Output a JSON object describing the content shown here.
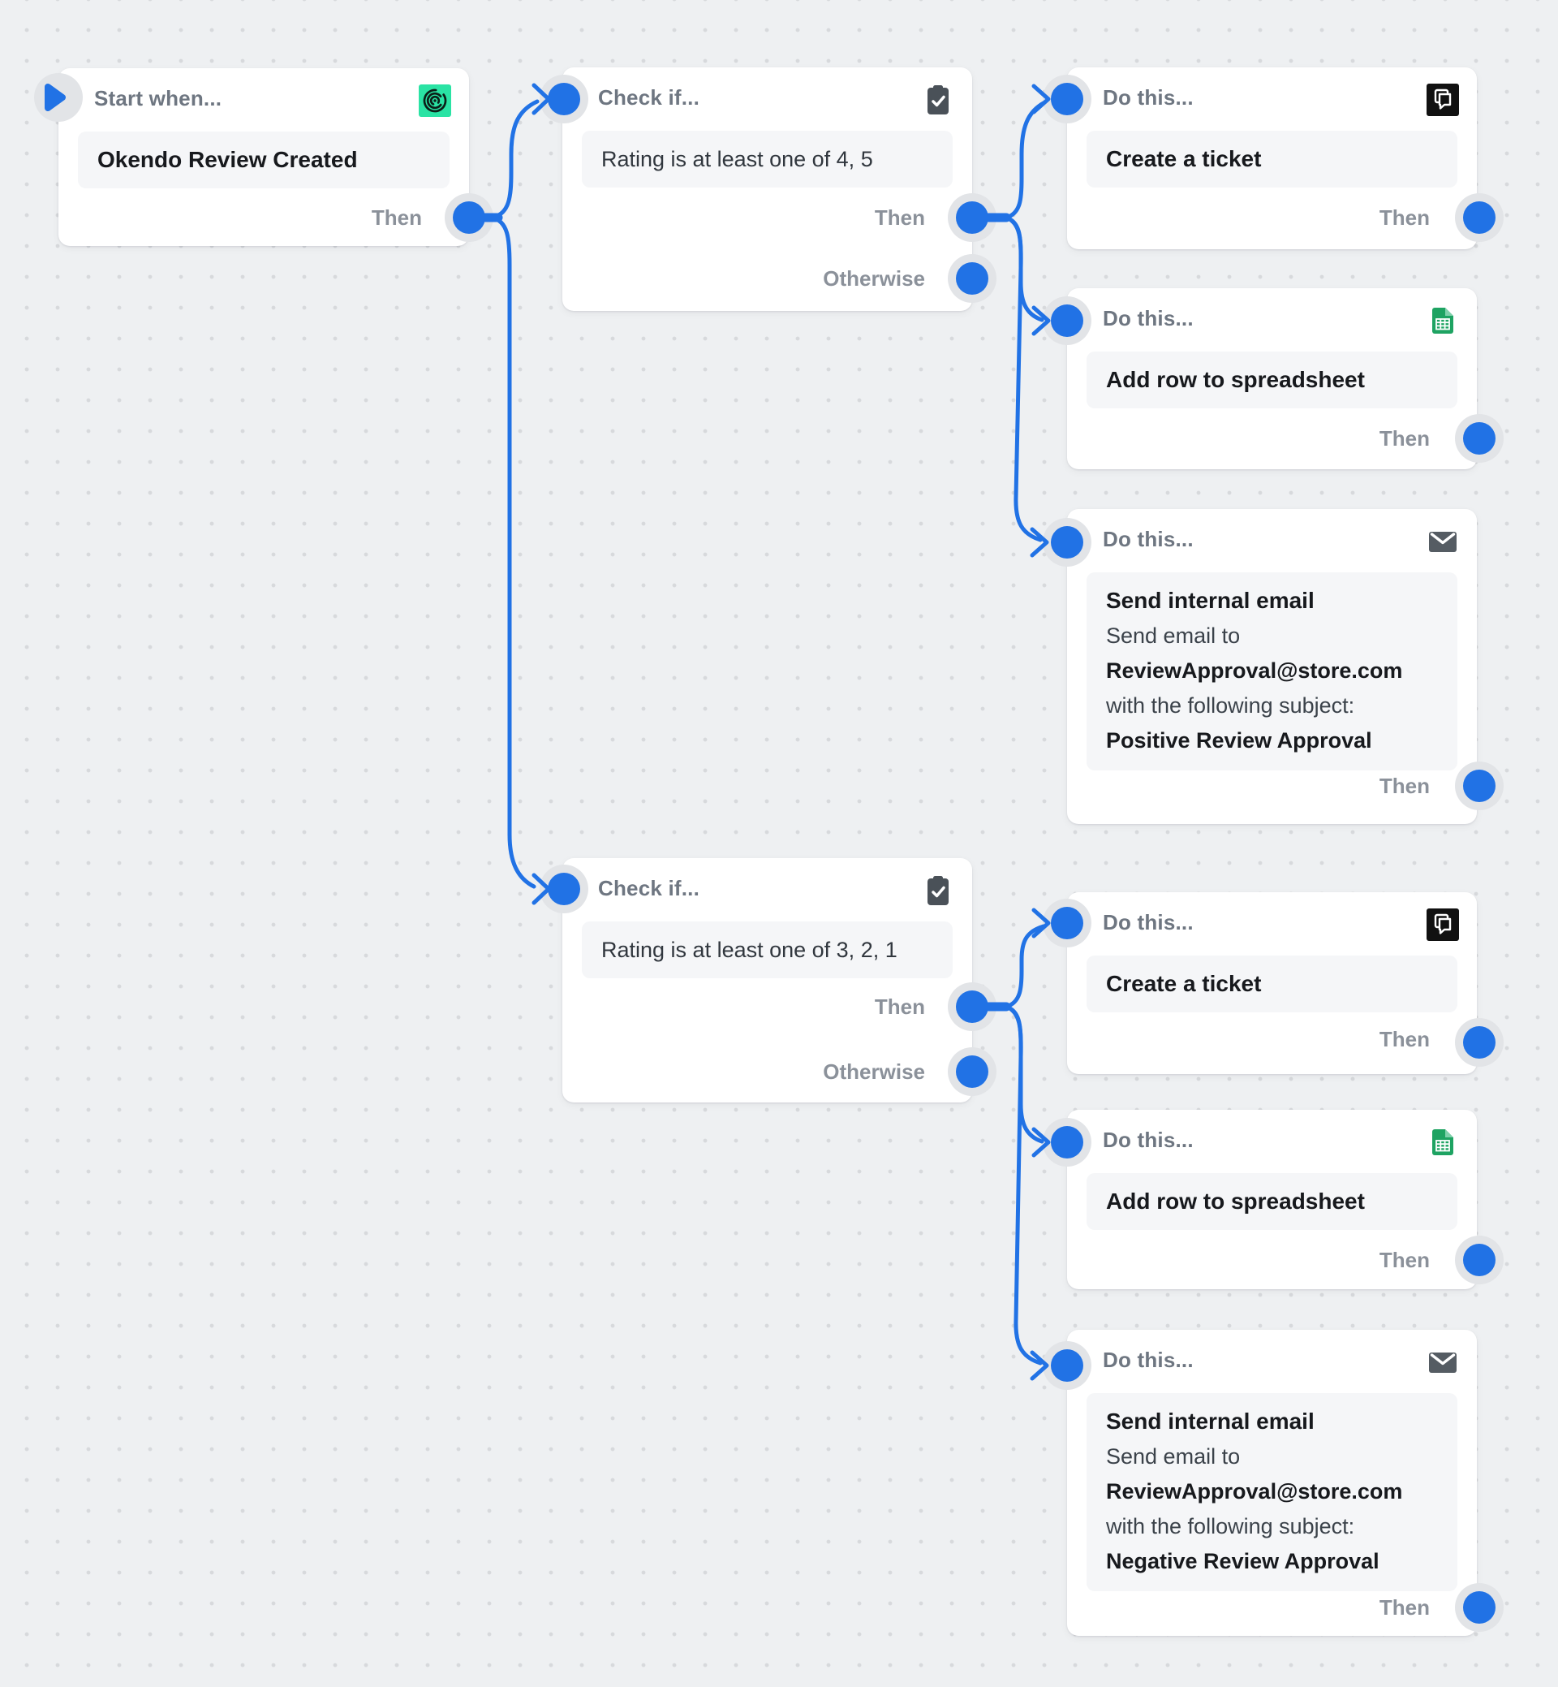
{
  "labels": {
    "start_when": "Start when...",
    "check_if": "Check if...",
    "do_this": "Do this...",
    "then": "Then",
    "otherwise": "Otherwise"
  },
  "nodes": {
    "trigger": {
      "title": "Okendo Review Created",
      "icon": "okendo-logo"
    },
    "check_positive": {
      "condition": "Rating is at least one of 4, 5",
      "icon": "clipboard-check"
    },
    "check_negative": {
      "condition": "Rating is at least one of 3, 2, 1",
      "icon": "clipboard-check"
    },
    "create_ticket": {
      "title": "Create a ticket",
      "icon": "ticket-app"
    },
    "add_row": {
      "title": "Add row to spreadsheet",
      "icon": "google-sheets"
    },
    "email_positive": {
      "title": "Send internal email",
      "to_prefix": "Send email to ",
      "address": "ReviewApproval@store.com",
      "mid": " with the following subject: ",
      "subject": "Positive Review Approval",
      "icon": "envelope"
    },
    "email_negative": {
      "title": "Send internal email",
      "to_prefix": "Send email to ",
      "address": "ReviewApproval@store.com",
      "mid": " with the following subject: ",
      "subject": "Negative Review Approval",
      "icon": "envelope"
    }
  },
  "colors": {
    "accent_blue": "#2172e5",
    "okendo_green": "#2ae3a4",
    "sheets_green": "#1ea362",
    "icon_dark_gray": "#4a5158",
    "ticket_black": "#111111",
    "canvas_bg": "#eef0f2",
    "dot_gray": "#d7d9dc"
  }
}
